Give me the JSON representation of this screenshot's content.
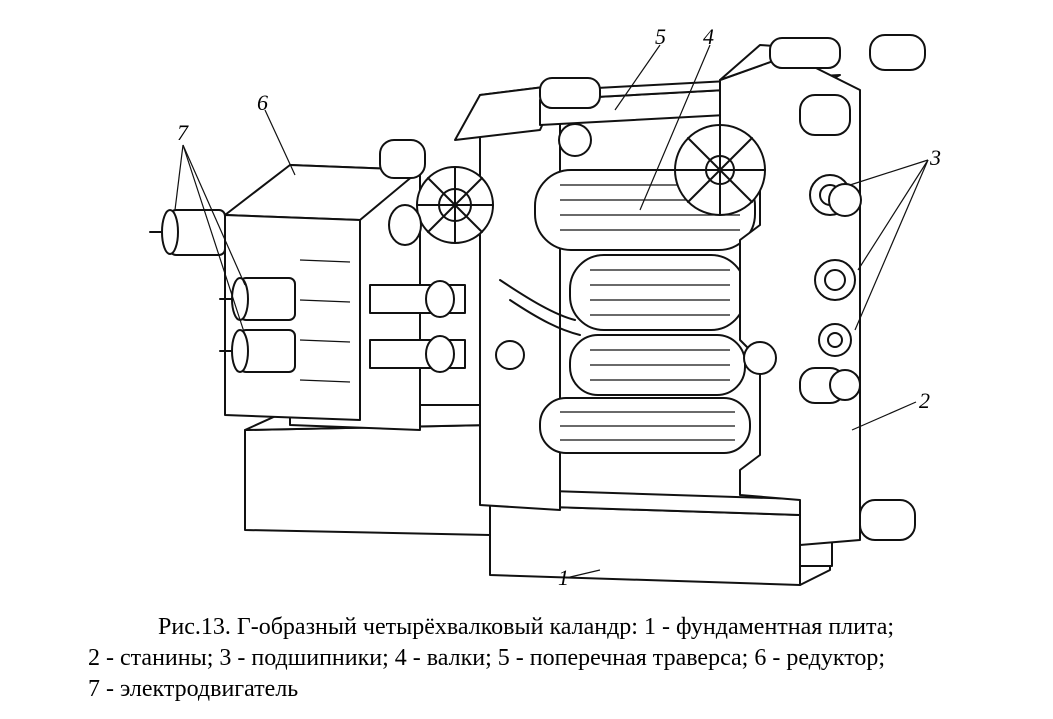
{
  "figure": {
    "part_labels": {
      "l1": "1",
      "l2": "2",
      "l3": "3",
      "l4": "4",
      "l5": "5",
      "l6": "6",
      "l7": "7"
    }
  },
  "caption": {
    "line1": "Рис.13. Г-образный четырёхвалковый каландр: 1 - фундаментная плита;",
    "line2": "2 - станины; 3 - подшипники; 4 - валки; 5 - поперечная траверса; 6 - редуктор;",
    "line3": "7 - электродвигатель"
  }
}
